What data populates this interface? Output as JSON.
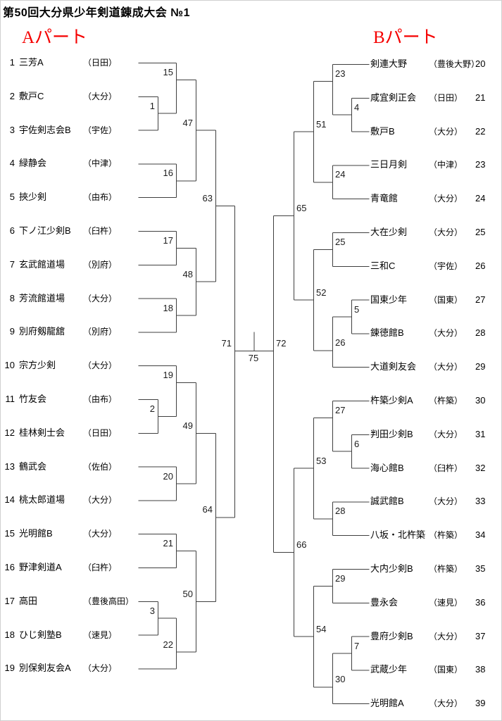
{
  "title": "第50回大分県少年剣道錬成大会 №1",
  "part_a": "Aパート",
  "part_b": "Bパート",
  "teams_left": [
    {
      "seed": "1",
      "name": "三芳A",
      "region": "（日田）"
    },
    {
      "seed": "2",
      "name": "敷戸C",
      "region": "（大分）"
    },
    {
      "seed": "3",
      "name": "宇佐剣志会B",
      "region": "（宇佐）"
    },
    {
      "seed": "4",
      "name": "緑静会",
      "region": "（中津）"
    },
    {
      "seed": "5",
      "name": "挾少剣",
      "region": "（由布）"
    },
    {
      "seed": "6",
      "name": "下ノ江少剣B",
      "region": "（臼杵）"
    },
    {
      "seed": "7",
      "name": "玄武館道場",
      "region": "（別府）"
    },
    {
      "seed": "8",
      "name": "芳流館道場",
      "region": "（大分）"
    },
    {
      "seed": "9",
      "name": "別府剱龍舘",
      "region": "（別府）"
    },
    {
      "seed": "10",
      "name": "宗方少剣",
      "region": "（大分）"
    },
    {
      "seed": "11",
      "name": "竹友会",
      "region": "（由布）"
    },
    {
      "seed": "12",
      "name": "桂林剣士会",
      "region": "（日田）"
    },
    {
      "seed": "13",
      "name": "鶴武会",
      "region": "（佐伯）"
    },
    {
      "seed": "14",
      "name": "桃太郎道場",
      "region": "（大分）"
    },
    {
      "seed": "15",
      "name": "光明館B",
      "region": "（大分）"
    },
    {
      "seed": "16",
      "name": "野津剣道A",
      "region": "（臼杵）"
    },
    {
      "seed": "17",
      "name": "高田",
      "region": "（豊後高田）"
    },
    {
      "seed": "18",
      "name": "ひじ剣塾B",
      "region": "（速見）"
    },
    {
      "seed": "19",
      "name": "別保剣友会A",
      "region": "（大分）"
    }
  ],
  "teams_right": [
    {
      "seed": "20",
      "name": "剣連大野",
      "region": "（豊後大野）"
    },
    {
      "seed": "21",
      "name": "咸宜剣正会",
      "region": "（日田）"
    },
    {
      "seed": "22",
      "name": "敷戸B",
      "region": "（大分）"
    },
    {
      "seed": "23",
      "name": "三日月剣",
      "region": "（中津）"
    },
    {
      "seed": "24",
      "name": "青竜館",
      "region": "（大分）"
    },
    {
      "seed": "25",
      "name": "大在少剣",
      "region": "（大分）"
    },
    {
      "seed": "26",
      "name": "三和C",
      "region": "（宇佐）"
    },
    {
      "seed": "27",
      "name": "国東少年",
      "region": "（国東）"
    },
    {
      "seed": "28",
      "name": "錬徳館B",
      "region": "（大分）"
    },
    {
      "seed": "29",
      "name": "大道剣友会",
      "region": "（大分）"
    },
    {
      "seed": "30",
      "name": "杵築少剣A",
      "region": "（杵築）"
    },
    {
      "seed": "31",
      "name": "判田少剣B",
      "region": "（大分）"
    },
    {
      "seed": "32",
      "name": "海心館B",
      "region": "（臼杵）"
    },
    {
      "seed": "33",
      "name": "誠武館B",
      "region": "（大分）"
    },
    {
      "seed": "34",
      "name": "八坂・北杵築",
      "region": "（杵築）"
    },
    {
      "seed": "35",
      "name": "大内少剣B",
      "region": "（杵築）"
    },
    {
      "seed": "36",
      "name": "豊永会",
      "region": "（速見）"
    },
    {
      "seed": "37",
      "name": "豊府少剣B",
      "region": "（大分）"
    },
    {
      "seed": "38",
      "name": "武蔵少年",
      "region": "（国東）"
    },
    {
      "seed": "39",
      "name": "光明館A",
      "region": "（大分）"
    }
  ],
  "match_numbers_left": [
    "15",
    "1",
    "47",
    "16",
    "63",
    "17",
    "48",
    "18",
    "71",
    "19",
    "2",
    "49",
    "20",
    "64",
    "21",
    "50",
    "3",
    "22"
  ],
  "match_numbers_right": [
    "23",
    "4",
    "51",
    "24",
    "65",
    "25",
    "52",
    "5",
    "26",
    "72",
    "27",
    "6",
    "53",
    "28",
    "66",
    "29",
    "54",
    "7",
    "30"
  ],
  "final_label": "75"
}
